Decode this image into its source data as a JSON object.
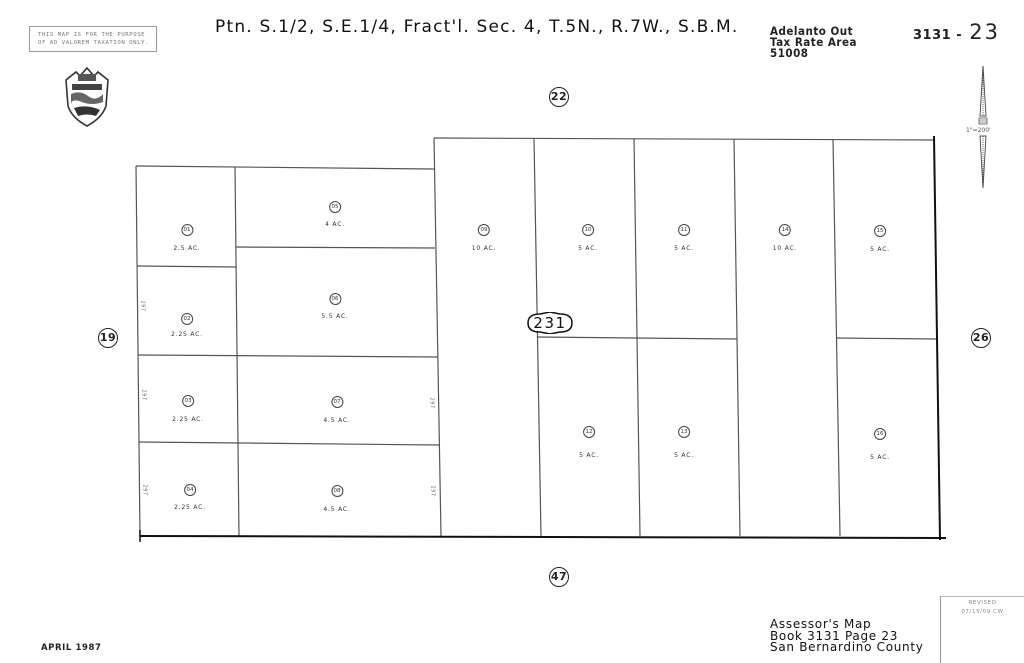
{
  "header": {
    "disclaimer_line1": "THIS MAP IS FOR THE PURPOSE",
    "disclaimer_line2": "OF AD VALOREM TAXATION ONLY.",
    "title": "Ptn. S.1/2, S.E.1/4, Fract'l. Sec. 4, T.5N., R.7W., S.B.M.",
    "tax_rate_area": {
      "line1": "Adelanto Out",
      "line2": "Tax Rate Area",
      "line3": "51008"
    },
    "map_number": {
      "book": "3131 -",
      "page": "23"
    },
    "seal_icon": "san-bernardino-county-seal",
    "scale": "1\"=200'"
  },
  "neighbors": {
    "north": "22",
    "west": "19",
    "east": "26",
    "south": "47"
  },
  "block_number": "231",
  "parcels": [
    {
      "id": "01",
      "acres": "2.5 AC."
    },
    {
      "id": "02",
      "acres": "2.25 AC."
    },
    {
      "id": "03",
      "acres": "2.25 AC."
    },
    {
      "id": "04",
      "acres": "2.25 AC."
    },
    {
      "id": "05",
      "acres": "4 AC."
    },
    {
      "id": "06",
      "acres": "5.5 AC."
    },
    {
      "id": "07",
      "acres": "4.5 AC."
    },
    {
      "id": "08",
      "acres": "4.5 AC."
    },
    {
      "id": "09",
      "acres": "10 AC."
    },
    {
      "id": "10",
      "acres": "5 AC."
    },
    {
      "id": "11",
      "acres": "5 AC."
    },
    {
      "id": "12",
      "acres": "5 AC."
    },
    {
      "id": "13",
      "acres": "5 AC."
    },
    {
      "id": "14",
      "acres": "10 AC."
    },
    {
      "id": "15",
      "acres": "5 AC."
    },
    {
      "id": "16",
      "acres": "5 AC."
    }
  ],
  "dimensions": {
    "dim_a": "297",
    "dim_b": "297",
    "dim_c": "297",
    "dim_d": "297",
    "dim_e": "297"
  },
  "footer": {
    "date": "APRIL 1987",
    "line1": "Assessor's Map",
    "line2": "Book 3131 Page 23",
    "line3": "San Bernardino County",
    "revised_label": "REVISED",
    "revised_date": "07/15/09 CW"
  }
}
